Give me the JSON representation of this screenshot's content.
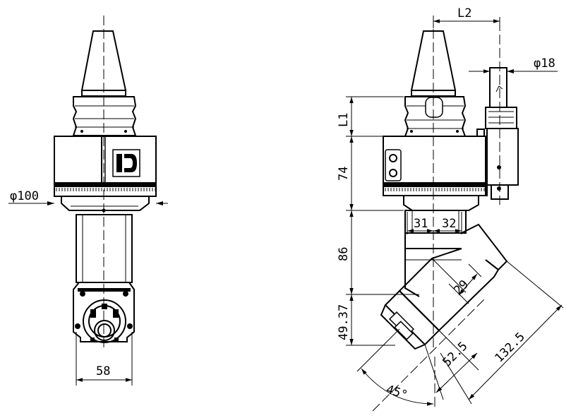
{
  "drawing": {
    "front_view": {
      "dims": {
        "body_diameter": "φ100",
        "shank_width": "58"
      }
    },
    "side_view": {
      "dims": {
        "offset_l2": "L2",
        "coolant_diameter": "φ18",
        "flange_height": "L1",
        "head_height": "74",
        "left_offset": "31",
        "right_offset": "32",
        "body_length": "86",
        "nose_height": "49.37",
        "spindle_offset": "29",
        "nose_length": "52.5",
        "total_length": "132.5",
        "angle": "45°"
      }
    }
  }
}
